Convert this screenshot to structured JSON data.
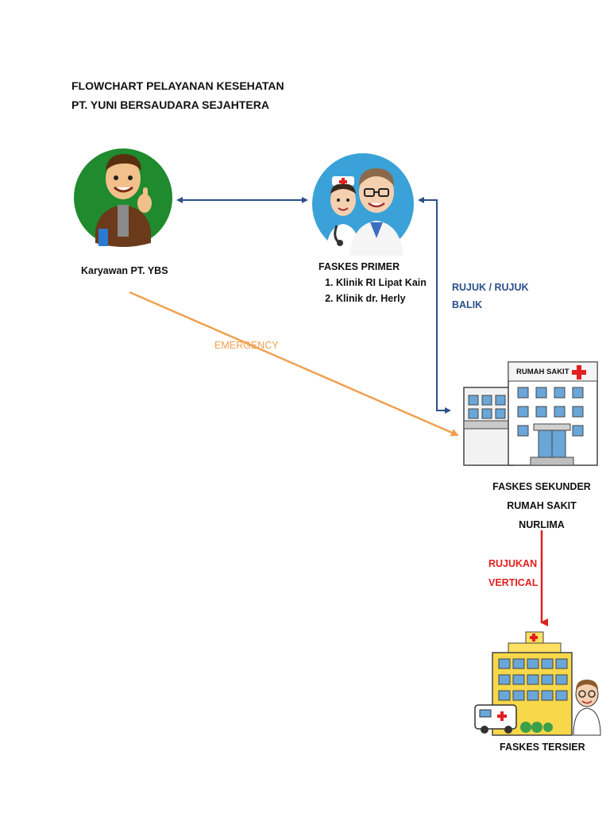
{
  "title": {
    "line1": "FLOWCHART PELAYANAN KESEHATAN",
    "line2": "PT. YUNI BERSAUDARA SEJAHTERA"
  },
  "nodes": {
    "employee": {
      "label": "Karyawan PT. YBS"
    },
    "primary": {
      "label": "FASKES PRIMER",
      "items": [
        "Klinik RI Lipat Kain",
        "Klinik dr. Herly"
      ]
    },
    "secondary": {
      "sign": "RUMAH SAKIT",
      "label_line1": "FASKES SEKUNDER",
      "label_line2": "RUMAH SAKIT",
      "label_line3": "NURLIMA"
    },
    "tertiary": {
      "label": "FASKES TERSIER"
    }
  },
  "edges": {
    "referral": {
      "line1": "RUJUK / RUJUK",
      "line2": "BALIK",
      "color": "#2b4f8a"
    },
    "emergency": {
      "label": "EMERGENCY",
      "color": "#f0a050"
    },
    "vertical": {
      "line1": "RUJUKAN",
      "line2": "VERTICAL",
      "color": "#e02020"
    }
  }
}
